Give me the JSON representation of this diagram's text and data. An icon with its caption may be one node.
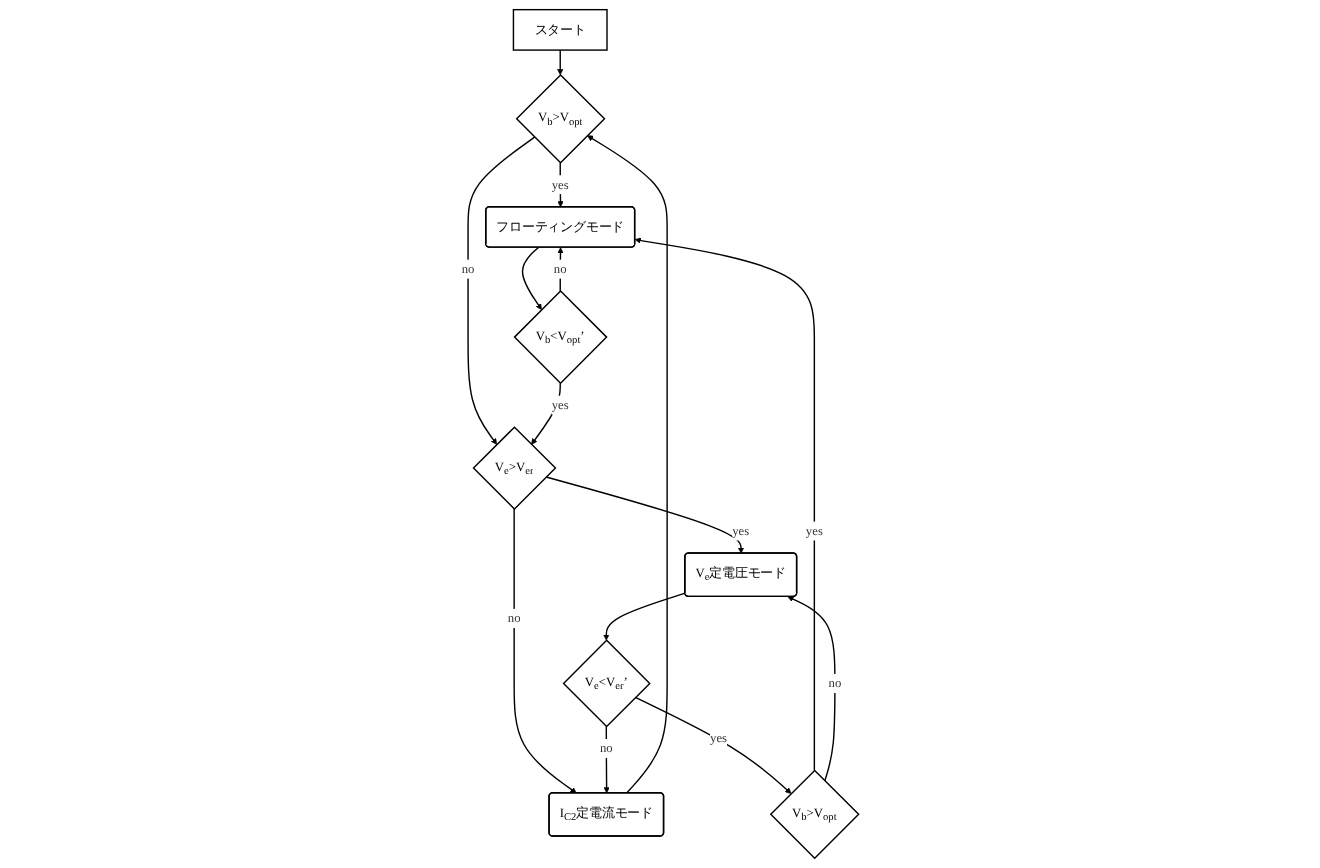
{
  "diagram": {
    "nodes": [
      {
        "text": [
          "スタート"
        ]
      },
      {
        "text": [
          "V$_{b}$>V$_{opt}$"
        ]
      },
      {
        "text": [
          "フローティングモード"
        ]
      },
      {
        "text": [
          "V$_{b}$<V$_{opt}$’"
        ]
      },
      {
        "text": [
          "V$_{e}$>V$_{er}$"
        ]
      },
      {
        "text": [
          "V$_{e}$定電圧モード"
        ]
      },
      {
        "text": [
          "V$_{e}$<V$_{er}$’"
        ]
      },
      {
        "text": [
          "I$_{C2}$定電流モード"
        ]
      },
      {
        "text": [
          "V$_{b}$>V$_{opt}$"
        ]
      }
    ],
    "edges": [
      {
        "from": 0,
        "to": 1,
        "arrow": "to"
      },
      {
        "from": 1,
        "to": 2,
        "arrow": "to",
        "label": "yes"
      },
      {
        "from": 1,
        "to": 4,
        "arrow": "to",
        "label": "no"
      },
      {
        "from": 2,
        "to": 3,
        "arrow": "to"
      },
      {
        "from": 3,
        "to": 4,
        "arrow": "to",
        "label": "yes"
      },
      {
        "from": 3,
        "to": 2,
        "arrow": "to",
        "label": "no"
      },
      {
        "from": 4,
        "to": 5,
        "arrow": "to",
        "label": "yes"
      },
      {
        "from": 4,
        "to": 7,
        "arrow": "to",
        "label": "no"
      },
      {
        "from": 5,
        "to": 6,
        "arrow": "to"
      },
      {
        "from": 6,
        "to": 7,
        "arrow": "to",
        "label": "no"
      },
      {
        "from": 6,
        "to": 8,
        "arrow": "to",
        "label": "yes"
      },
      {
        "from": 8,
        "to": 2,
        "arrow": "to",
        "label": "yes"
      },
      {
        "from": 8,
        "to": 5,
        "arrow": "to",
        "label": "no"
      },
      {
        "from": 7,
        "to": 1,
        "arrow": "to"
      }
    ]
  }
}
